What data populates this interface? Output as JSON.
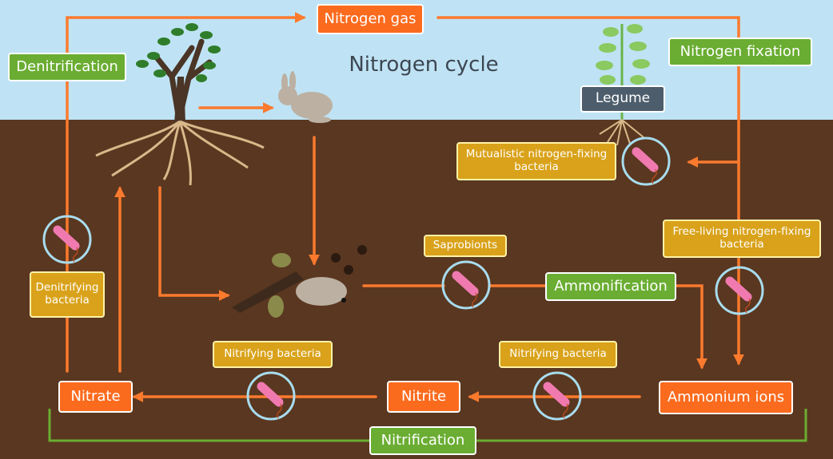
{
  "title": "Nitrogen cycle",
  "labels": {
    "nitrogen_gas": "Nitrogen gas",
    "denitrification": "Denitrification",
    "nitrogen_fixation": "Nitrogen fixation",
    "legume": "Legume",
    "mutualistic_bacteria": "Mutualistic nitrogen-fixing bacteria",
    "free_living_bacteria": "Free-living nitrogen-fixing bacteria",
    "saprobionts": "Saprobionts",
    "ammonification": "Ammonification",
    "denitrifying_bacteria": "Denitrifying bacteria",
    "nitrifying_bacteria_left": "Nitrifying bacteria",
    "nitrifying_bacteria_right": "Nitrifying bacteria",
    "nitrate": "Nitrate",
    "nitrite": "Nitrite",
    "ammonium_ions": "Ammonium ions",
    "nitrification": "Nitrification"
  },
  "colors": {
    "sky": "#bfe3f4",
    "soil": "#5a3720",
    "arrow": "#fb7a2e",
    "green_line": "#6aad32",
    "orange_box": "#fb6b1e",
    "green_box": "#6aad32",
    "gold_box": "#d9a21a",
    "bacteria": "#f07ab0",
    "bacteria_ring": "#a8dcee"
  }
}
